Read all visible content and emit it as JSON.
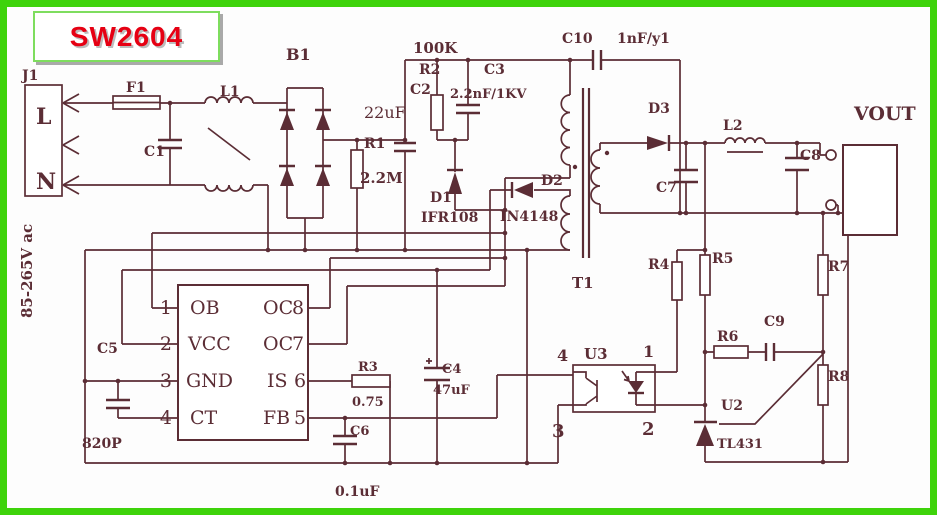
{
  "title": "SW2604",
  "colors": {
    "frame": "#3ed30b",
    "ink": "#5b2d35",
    "title_text": "#e60013",
    "title_border": "#7edd5e"
  },
  "labels": {
    "j1": "J1",
    "live": "L",
    "neutral": "N",
    "ac_range": "85-265V ac",
    "f1": "F1",
    "c1": "C1",
    "l1": "L1",
    "b1": "B1",
    "r1": "R1",
    "r1_value": "2.2M",
    "c2": "C2",
    "c2_value": "22uF",
    "r2": "R2",
    "r2_value": "100K",
    "c3": "C3",
    "c3_value": "2.2nF/1KV",
    "c10": "C10",
    "c10_value": "1nF/y1",
    "d1": "D1",
    "d1_value": "IFR108",
    "d2": "D2",
    "d2_value": "IN4148",
    "t1": "T1",
    "d3": "D3",
    "c7": "C7",
    "l2": "L2",
    "c8": "C8",
    "vout": "VOUT",
    "c5": "C5",
    "c5_value": "820P",
    "r3": "R3",
    "r3_value": "0.75",
    "c4": "C4",
    "c4_value": "47uF",
    "c6": "C6",
    "c6_value": "0.1uF",
    "r4": "R4",
    "r5": "R5",
    "r6": "R6",
    "c9": "C9",
    "r7": "R7",
    "r8": "R8",
    "u3": "U3",
    "u2": "U2",
    "u2_value": "TL431"
  },
  "ic": {
    "pin1": "1",
    "pin2": "2",
    "pin3": "3",
    "pin4": "4",
    "pin5": "5",
    "pin6": "6",
    "pin7": "7",
    "pin8": "8",
    "ob": "OB",
    "vcc": "VCC",
    "gnd": "GND",
    "ct": "CT",
    "oc_top": "OC",
    "oc_bottom": "OC",
    "is": "IS",
    "fb": "FB"
  },
  "opto": {
    "pin1": "1",
    "pin2": "2",
    "pin3": "3",
    "pin4": "4"
  }
}
